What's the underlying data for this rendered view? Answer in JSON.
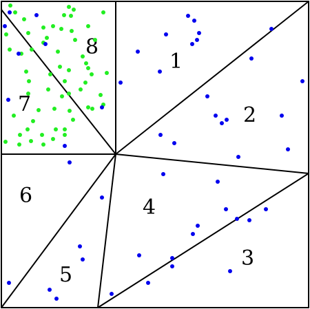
{
  "colors": {
    "blue": "#0000ee",
    "green": "#22ee22",
    "line": "#000000"
  },
  "regions": [
    {
      "id": "1",
      "label": "1"
    },
    {
      "id": "2",
      "label": "2"
    },
    {
      "id": "3",
      "label": "3"
    },
    {
      "id": "4",
      "label": "4"
    },
    {
      "id": "5",
      "label": "5"
    },
    {
      "id": "6",
      "label": "6"
    },
    {
      "id": "7",
      "label": "7"
    },
    {
      "id": "8",
      "label": "8"
    }
  ]
}
